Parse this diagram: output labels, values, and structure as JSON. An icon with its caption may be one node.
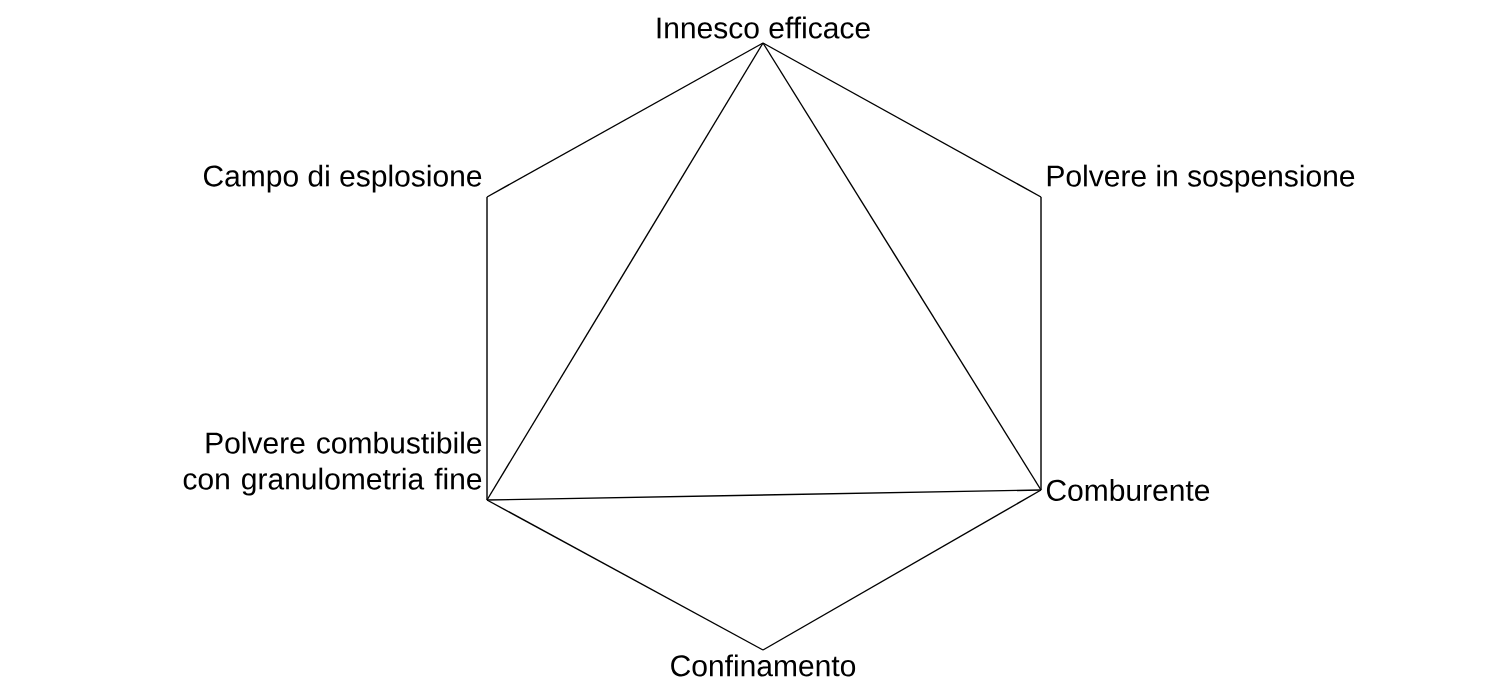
{
  "diagram": {
    "nodes": [
      {
        "text": [
          "Innesco efficace"
        ]
      },
      {
        "text": [
          "Campo di esplosione"
        ]
      },
      {
        "text": [
          "Polvere in sospensione"
        ]
      },
      {
        "text": [
          "Polvere combustibile con granulometria fine"
        ]
      },
      {
        "text": [
          "Comburente"
        ]
      },
      {
        "text": [
          "Confinamento"
        ]
      }
    ],
    "edges": [
      {
        "from": 0,
        "to": 2,
        "arrow": "none"
      },
      {
        "from": 2,
        "to": 4,
        "arrow": "none"
      },
      {
        "from": 4,
        "to": 5,
        "arrow": "none"
      },
      {
        "from": 5,
        "to": 3,
        "arrow": "none"
      },
      {
        "from": 3,
        "to": 1,
        "arrow": "none"
      },
      {
        "from": 1,
        "to": 0,
        "arrow": "none"
      },
      {
        "from": 0,
        "to": 3,
        "arrow": "none"
      },
      {
        "from": 3,
        "to": 4,
        "arrow": "none"
      },
      {
        "from": 4,
        "to": 0,
        "arrow": "none"
      }
    ]
  }
}
